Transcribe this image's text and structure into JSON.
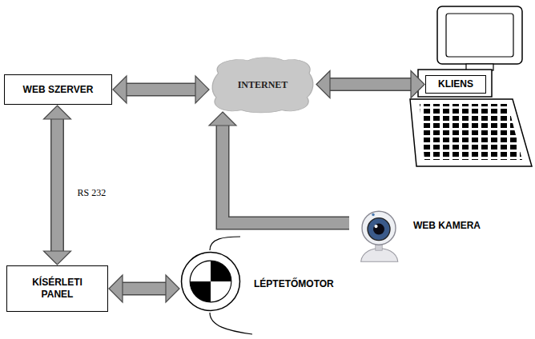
{
  "diagram": {
    "nodes": [
      {
        "text": [
          "WEB SZERVER"
        ]
      },
      {
        "text": [
          "INTERNET"
        ]
      },
      {
        "text": [
          "KLIENS"
        ]
      },
      {
        "text": [
          "WEB KAMERA"
        ]
      },
      {
        "text": [
          "KÍSÉRLETI PANEL"
        ]
      },
      {
        "text": [
          "LÉPTETŐMOTOR"
        ]
      }
    ],
    "edges": [
      {
        "from": 0,
        "to": 1,
        "arrow": "both"
      },
      {
        "from": 1,
        "to": 2,
        "arrow": "both"
      },
      {
        "from": 3,
        "to": 1,
        "arrow": "to"
      },
      {
        "from": 0,
        "to": 4,
        "label": "RS 232",
        "arrow": "both"
      },
      {
        "from": 4,
        "to": 5,
        "arrow": "both"
      }
    ]
  }
}
